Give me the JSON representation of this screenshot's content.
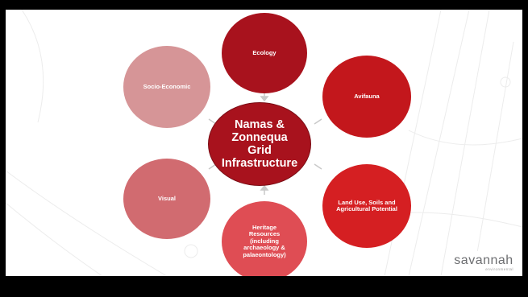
{
  "center": {
    "label": "Namas &\nZonnequa\nGrid\nInfrastructure",
    "color": "#a8121d"
  },
  "nodes": [
    {
      "id": "ecology",
      "label": "Ecology",
      "color": "#a8121d"
    },
    {
      "id": "avifauna",
      "label": "Avifauna",
      "color": "#c3171c"
    },
    {
      "id": "land-use",
      "label": "Land Use, Soils and Agricultural Potential",
      "color": "#d51f22"
    },
    {
      "id": "heritage",
      "label": "Heritage Resources (including archaeology & palaeontology)",
      "color": "#df4d54"
    },
    {
      "id": "visual",
      "label": "Visual",
      "color": "#d16b70"
    },
    {
      "id": "socio-economic",
      "label": "Socio-Economic",
      "color": "#d69597"
    }
  ],
  "logo": {
    "text": "savannah",
    "subtext": "environmental"
  },
  "colors": {
    "accent_bar": "#d9242a",
    "connector": "#c9c9c9"
  }
}
